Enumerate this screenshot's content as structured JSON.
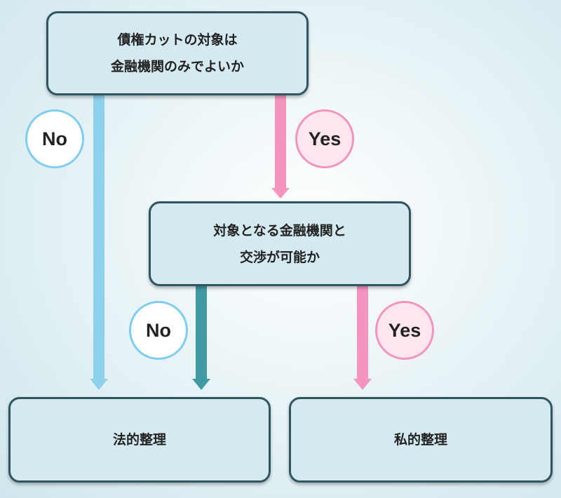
{
  "nodes": {
    "question1": {
      "line1": "債権カットの対象は",
      "line2": "金融機関のみでよいか"
    },
    "question2": {
      "line1": "対象となる金融機関と",
      "line2": "交渉が可能か"
    },
    "result_legal": {
      "label": "法的整理"
    },
    "result_private": {
      "label": "私的整理"
    }
  },
  "branches": {
    "q1_no": "No",
    "q1_yes": "Yes",
    "q2_no": "No",
    "q2_yes": "Yes"
  },
  "colors": {
    "box_fill": "#d4eaf0",
    "box_border": "#2e5560",
    "no_arrow_light": "#8fd0ec",
    "no_arrow_dark": "#3f9aa3",
    "yes_arrow": "#f594bf"
  }
}
